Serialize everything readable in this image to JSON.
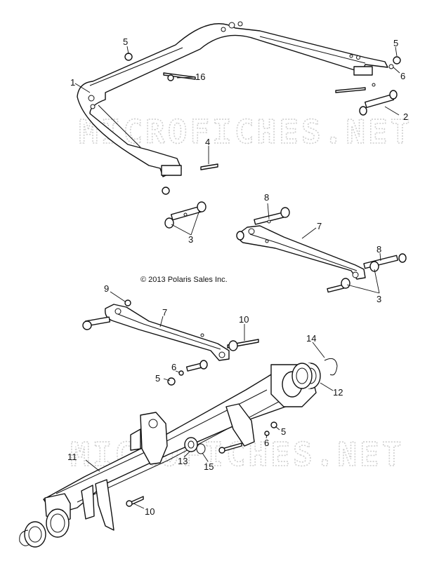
{
  "copyright": "© 2013 Polaris Sales Inc.",
  "watermark": "MICROFICHES.NET",
  "callouts": {
    "c1": "1",
    "c2": "2",
    "c3a": "3",
    "c3b": "3",
    "c4": "4",
    "c5a": "5",
    "c5b": "5",
    "c5c": "5",
    "c5d": "5",
    "c6a": "6",
    "c6b": "6",
    "c6c": "6",
    "c7a": "7",
    "c7b": "7",
    "c8a": "8",
    "c8b": "8",
    "c9": "9",
    "c10a": "10",
    "c10b": "10",
    "c11": "11",
    "c12": "12",
    "c13": "13",
    "c14": "14",
    "c15": "15",
    "c16": "16"
  }
}
